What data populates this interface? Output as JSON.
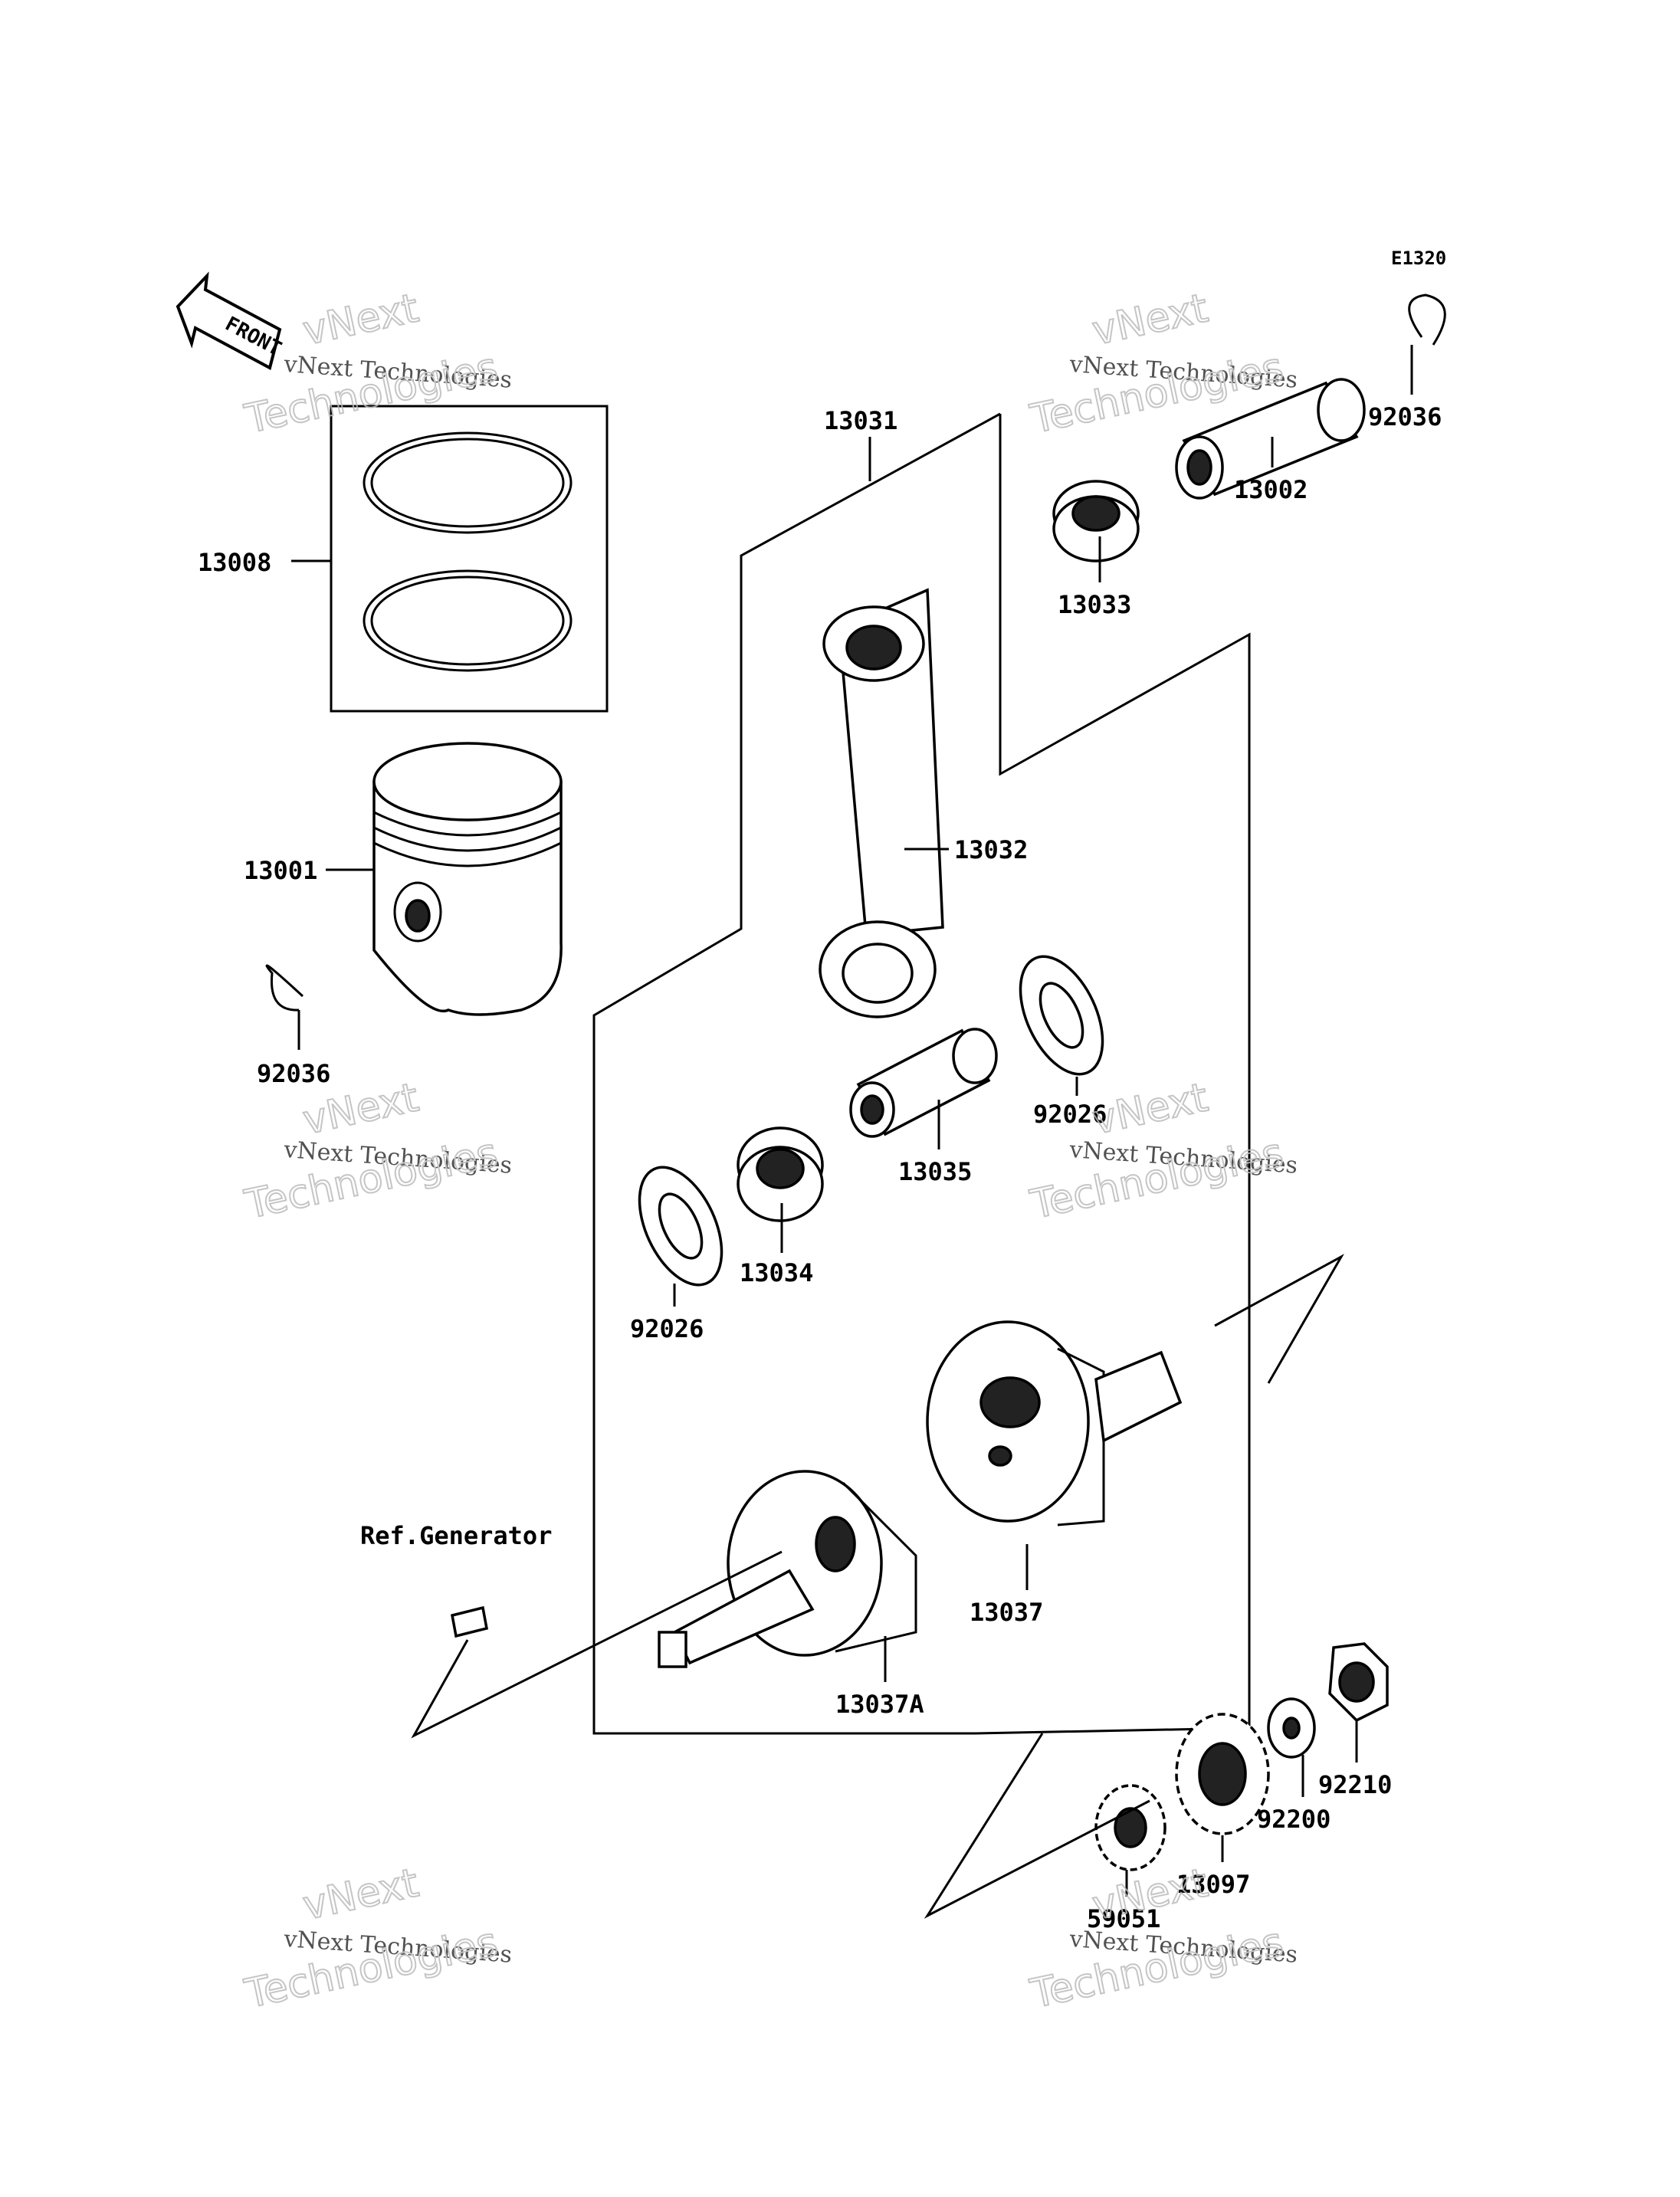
{
  "diagram_code": "E1320",
  "front_label": "FRONT",
  "ref_label": "Ref.Generator",
  "watermark": {
    "line1": "vNext Technologies",
    "line2": "vNext",
    "line3": "Technologies"
  },
  "parts": {
    "p13031": "13031",
    "p13008": "13008",
    "p13001": "13001",
    "p92036a": "92036",
    "p92036b": "92036",
    "p13002": "13002",
    "p13033": "13033",
    "p13032": "13032",
    "p92026a": "92026",
    "p13035": "13035",
    "p13034": "13034",
    "p92026b": "92026",
    "p13037": "13037",
    "p13037A": "13037A",
    "p92210": "92210",
    "p92200": "92200",
    "p13097": "13097",
    "p59051": "59051"
  }
}
